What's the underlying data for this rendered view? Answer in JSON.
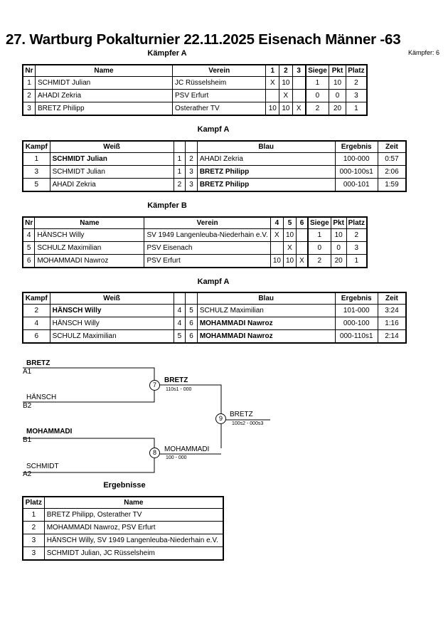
{
  "title": "27. Wartburg Pokalturnier  22.11.2025  Eisenach   Männer -63",
  "fighter_count": "Kämpfer: 6",
  "pool_a": {
    "heading": "Kämpfer A",
    "headers": [
      "Nr",
      "Name",
      "Verein",
      "1",
      "2",
      "3",
      "Siege",
      "Pkt",
      "Platz"
    ],
    "rows": [
      [
        "1",
        "SCHMIDT Julian",
        "JC Rüsselsheim",
        "X",
        "10",
        "",
        "1",
        "10",
        "2"
      ],
      [
        "2",
        "AHADI Zekria",
        "PSV Erfurt",
        "",
        "X",
        "",
        "0",
        "0",
        "3"
      ],
      [
        "3",
        "BRETZ Philipp",
        "Osterather TV",
        "10",
        "10",
        "X",
        "2",
        "20",
        "1"
      ]
    ]
  },
  "fights_a": {
    "heading": "Kampf A",
    "headers": [
      "Kampf",
      "Weiß",
      "",
      "",
      "Blau",
      "Ergebnis",
      "Zeit"
    ],
    "rows": [
      {
        "kampf": "1",
        "weiss": "SCHMIDT Julian",
        "w_nr": "1",
        "b_nr": "2",
        "blau": "AHADI Zekria",
        "ergebnis": "100-000",
        "zeit": "0:57",
        "winner": "weiss"
      },
      {
        "kampf": "3",
        "weiss": "SCHMIDT Julian",
        "w_nr": "1",
        "b_nr": "3",
        "blau": "BRETZ Philipp",
        "ergebnis": "000-100s1",
        "zeit": "2:06",
        "winner": "blau"
      },
      {
        "kampf": "5",
        "weiss": "AHADI Zekria",
        "w_nr": "2",
        "b_nr": "3",
        "blau": "BRETZ Philipp",
        "ergebnis": "000-101",
        "zeit": "1:59",
        "winner": "blau"
      }
    ]
  },
  "pool_b": {
    "heading": "Kämpfer B",
    "headers": [
      "Nr",
      "Name",
      "Verein",
      "4",
      "5",
      "6",
      "Siege",
      "Pkt",
      "Platz"
    ],
    "rows": [
      [
        "4",
        "HÄNSCH Willy",
        "SV 1949 Langenleuba-Niederhain e.V.",
        "X",
        "10",
        "",
        "1",
        "10",
        "2"
      ],
      [
        "5",
        "SCHULZ Maximilian",
        "PSV Eisenach",
        "",
        "X",
        "",
        "0",
        "0",
        "3"
      ],
      [
        "6",
        "MOHAMMADI Nawroz",
        "PSV Erfurt",
        "10",
        "10",
        "X",
        "2",
        "20",
        "1"
      ]
    ]
  },
  "fights_b": {
    "heading": "Kampf A",
    "headers": [
      "Kampf",
      "Weiß",
      "",
      "",
      "Blau",
      "Ergebnis",
      "Zeit"
    ],
    "rows": [
      {
        "kampf": "2",
        "weiss": "HÄNSCH Willy",
        "w_nr": "4",
        "b_nr": "5",
        "blau": "SCHULZ Maximilian",
        "ergebnis": "101-000",
        "zeit": "3:24",
        "winner": "weiss"
      },
      {
        "kampf": "4",
        "weiss": "HÄNSCH Willy",
        "w_nr": "4",
        "b_nr": "6",
        "blau": "MOHAMMADI Nawroz",
        "ergebnis": "000-100",
        "zeit": "1:16",
        "winner": "blau"
      },
      {
        "kampf": "6",
        "weiss": "SCHULZ Maximilian",
        "w_nr": "5",
        "b_nr": "6",
        "blau": "MOHAMMADI Nawroz",
        "ergebnis": "000-110s1",
        "zeit": "2:14",
        "winner": "blau"
      }
    ]
  },
  "bracket": {
    "sf1_top": "BRETZ",
    "sf1_top_seed": "A1",
    "sf1_bottom": "HÄNSCH",
    "sf1_bottom_seed": "B2",
    "sf1_num": "7",
    "sf1_winner": "BRETZ",
    "sf1_score": "110s1 - 000",
    "sf2_top": "MOHAMMADI",
    "sf2_top_seed": "B1",
    "sf2_bottom": "SCHMIDT",
    "sf2_bottom_seed": "A2",
    "sf2_num": "8",
    "sf2_winner": "MOHAMMADI",
    "sf2_score": "100 - 000",
    "final_num": "9",
    "final_winner": "BRETZ",
    "final_score": "100s2 - 000s3"
  },
  "results": {
    "heading": "Ergebnisse",
    "headers": [
      "Platz",
      "Name"
    ],
    "rows": [
      [
        "1",
        "BRETZ Philipp, Osterather TV"
      ],
      [
        "2",
        "MOHAMMADI Nawroz, PSV Erfurt"
      ],
      [
        "3",
        "HÄNSCH Willy, SV 1949 Langenleuba-Niederhain e.V."
      ],
      [
        "3",
        "SCHMIDT Julian, JC Rüsselsheim"
      ]
    ]
  }
}
